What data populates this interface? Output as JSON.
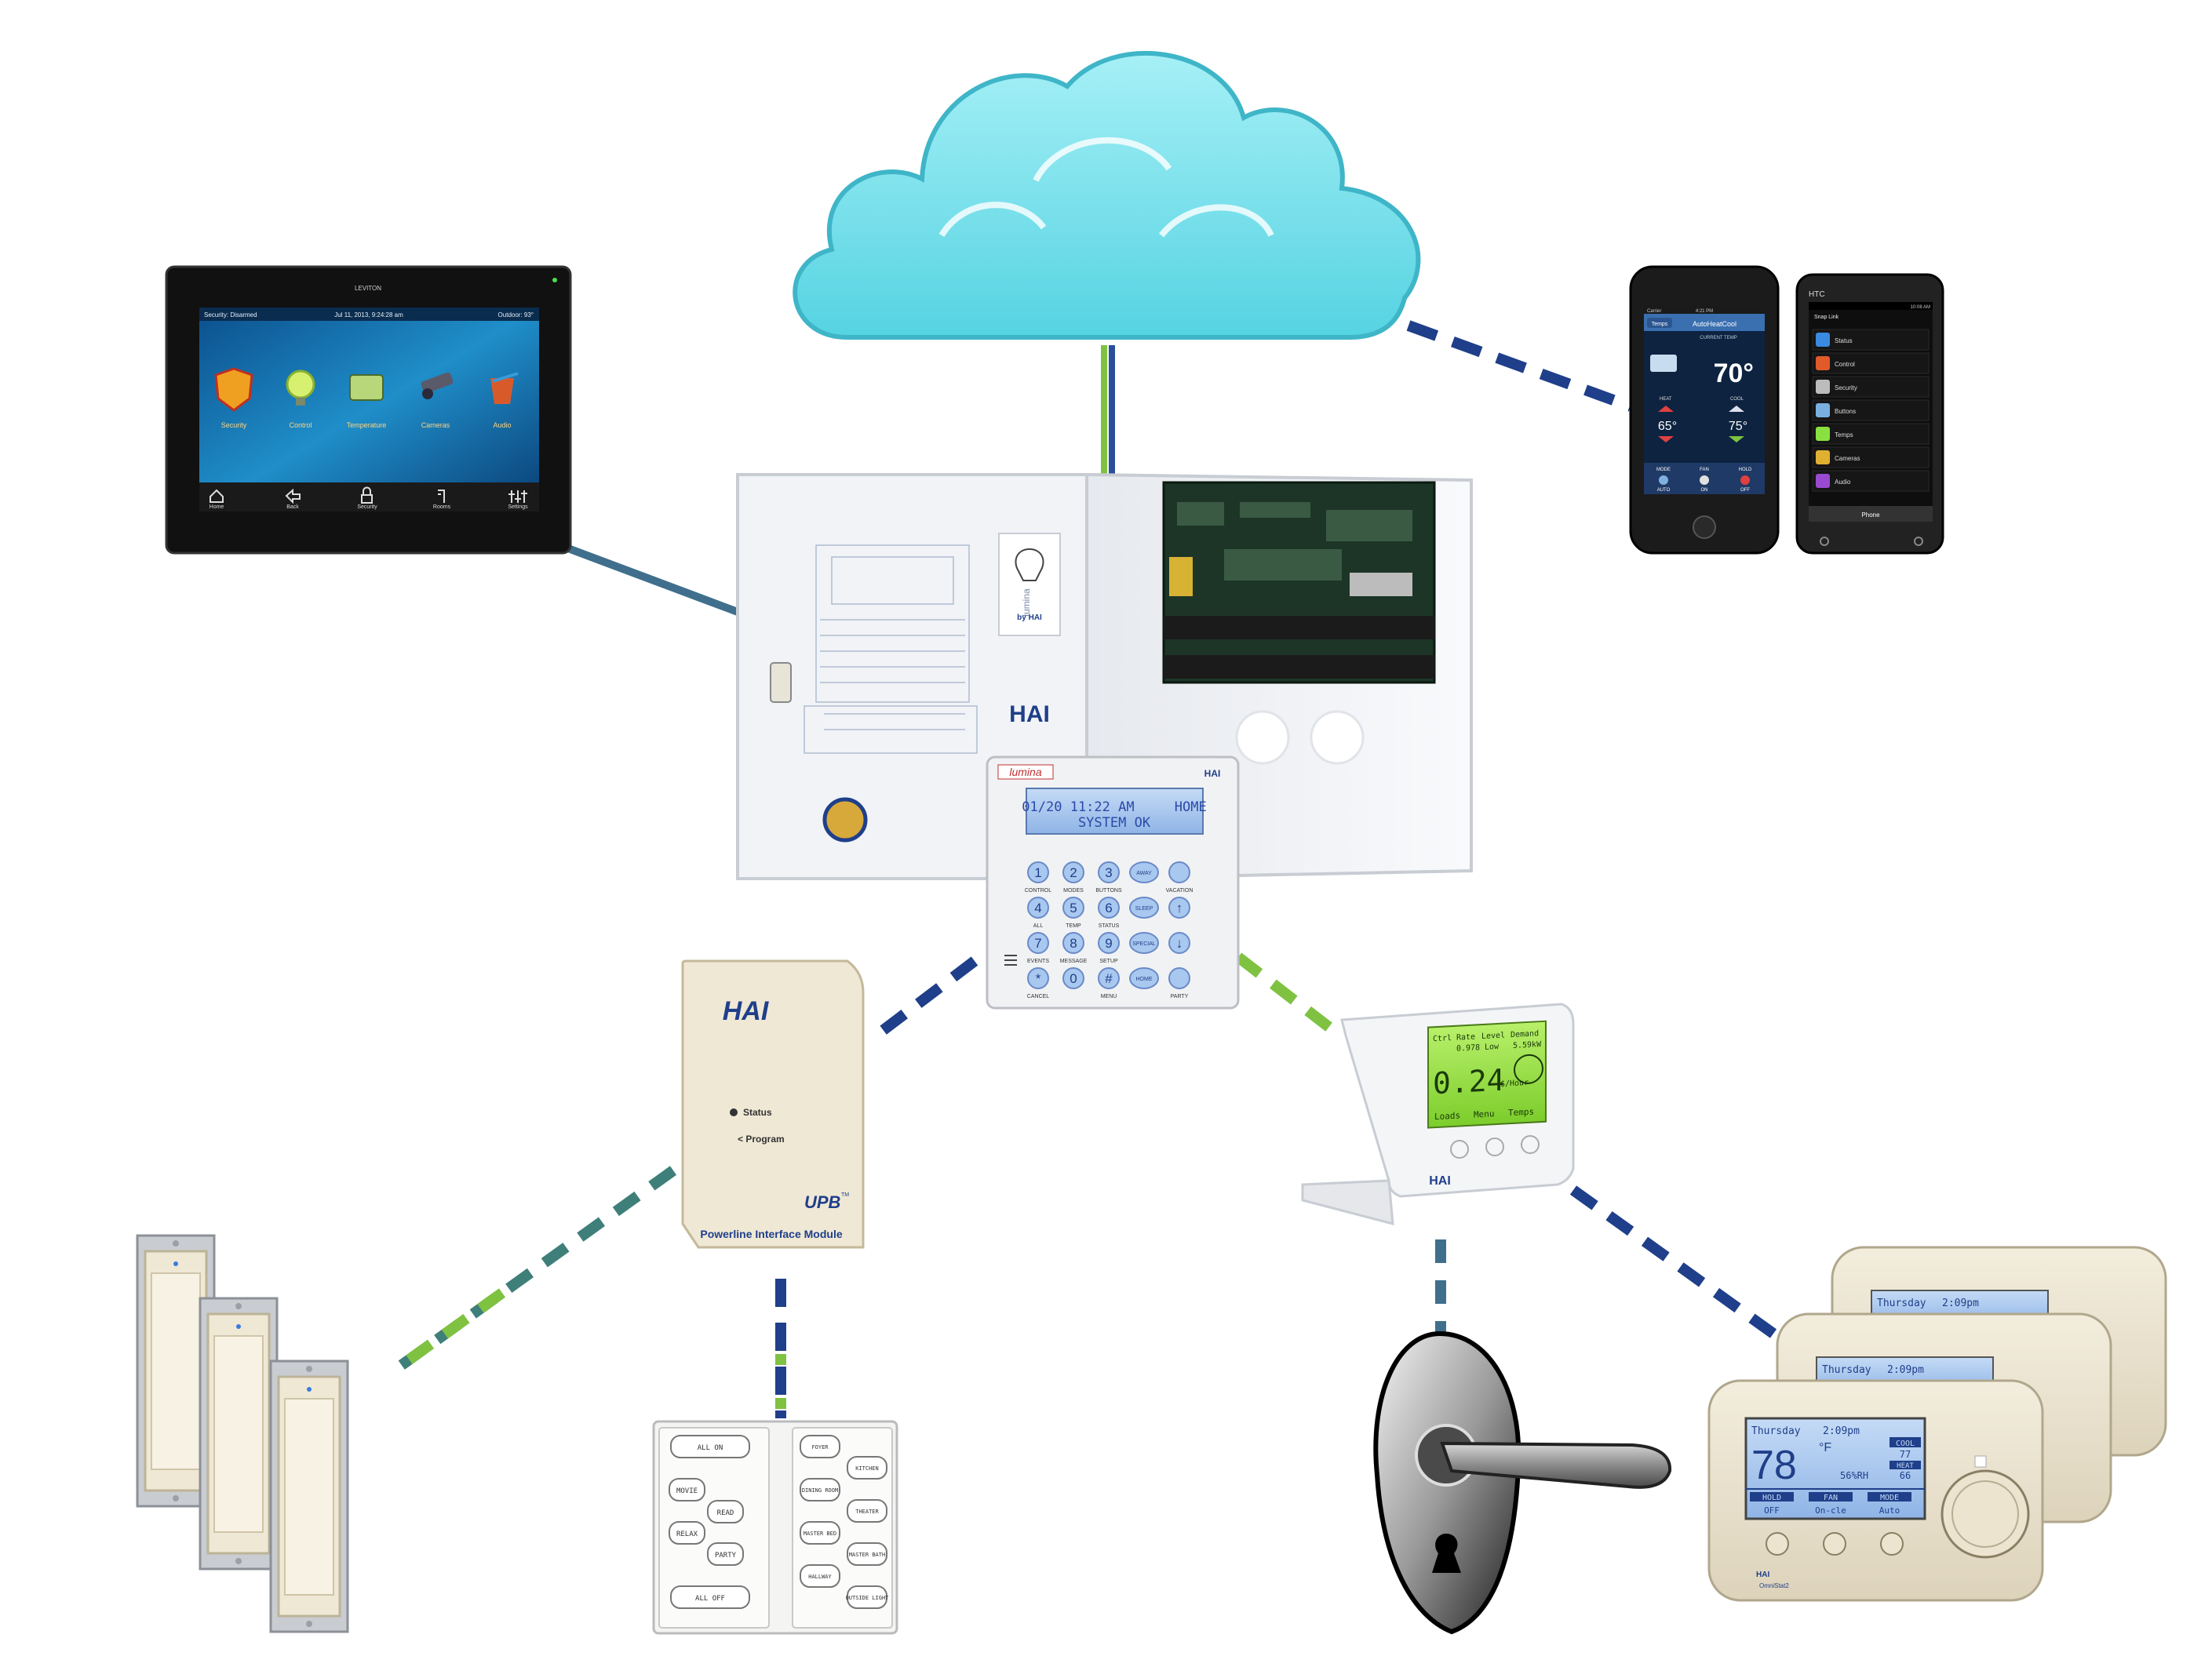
{
  "colors": {
    "cloud": "#7fe3ee",
    "cloud_edge": "#3fb5c8",
    "dash_navy": "#1f3f8a",
    "dash_green": "#7fc241",
    "dash_teal": "#3f7f7a",
    "lcd_blue": "#a9c8ef",
    "lcd_green": "#9be043",
    "panel_white": "#f1f3f6"
  },
  "touchscreen": {
    "brand": "LEVITON",
    "status_left": "Security: Disarmed",
    "status_center": "Jul 11, 2013, 9:24:28 am",
    "status_right": "Outdoor: 93°",
    "apps": [
      "Security",
      "Control",
      "Temperature",
      "Cameras",
      "Audio"
    ],
    "nav": [
      "Home",
      "Back",
      "Security",
      "Rooms",
      "Settings"
    ]
  },
  "iphone": {
    "carrier": "Carrier",
    "time": "4:21 PM",
    "back": "Temps",
    "title": "AutoHeatCool",
    "subtitle": "CURRENT TEMP",
    "current_temp": "70°",
    "heat_label": "HEAT",
    "cool_label": "COOL",
    "heat_setpoint": "65°",
    "cool_setpoint": "75°",
    "modes": [
      {
        "label": "MODE",
        "value": "AUTO"
      },
      {
        "label": "FAN",
        "value": "ON"
      },
      {
        "label": "HOLD",
        "value": "OFF"
      }
    ]
  },
  "htc": {
    "brand": "HTC",
    "time": "10:08 AM",
    "header": "Snap Link",
    "menu": [
      "Status",
      "Control",
      "Security",
      "Buttons",
      "Temps",
      "Cameras",
      "Audio"
    ],
    "bottom_label": "Phone"
  },
  "panel": {
    "door_brand": "lumina",
    "door_by": "by HAI",
    "door_logo": "HAI"
  },
  "keypad": {
    "brand": "lumina",
    "logo": "HAI",
    "lcd_line1": "01/20 11:22 AM     HOME",
    "lcd_line2": "SYSTEM OK",
    "keys": [
      {
        "sym": "1",
        "label": "CONTROL"
      },
      {
        "sym": "2",
        "label": "MODES"
      },
      {
        "sym": "3",
        "label": "BUTTONS"
      },
      {
        "sym": "AWAY",
        "label": ""
      },
      {
        "sym": "",
        "label": "VACATION"
      },
      {
        "sym": "4",
        "label": "ALL"
      },
      {
        "sym": "5",
        "label": "TEMP"
      },
      {
        "sym": "6",
        "label": "STATUS"
      },
      {
        "sym": "SLEEP",
        "label": ""
      },
      {
        "sym": "↑",
        "label": ""
      },
      {
        "sym": "7",
        "label": "EVENTS"
      },
      {
        "sym": "8",
        "label": "MESSAGE"
      },
      {
        "sym": "9",
        "label": "SETUP"
      },
      {
        "sym": "SPECIAL",
        "label": ""
      },
      {
        "sym": "↓",
        "label": ""
      },
      {
        "sym": "*",
        "label": "CANCEL"
      },
      {
        "sym": "0",
        "label": ""
      },
      {
        "sym": "#",
        "label": "MENU"
      },
      {
        "sym": "HOME",
        "label": ""
      },
      {
        "sym": "",
        "label": "PARTY"
      }
    ]
  },
  "pim": {
    "logo": "HAI",
    "status": "Status",
    "program": "< Program",
    "upb": "UPB",
    "tm": "TM",
    "name": "Powerline Interface Module"
  },
  "energy": {
    "tabs": [
      "Ctrl",
      "Rate",
      "Level",
      "Demand"
    ],
    "rate_value": "0.978",
    "level_value": "Low",
    "demand_value": "5.59kW",
    "reading": "0.24",
    "unit": "$/Hour",
    "footer": [
      "Loads",
      "Menu",
      "Temps"
    ],
    "logo": "HAI"
  },
  "scene_keypad": {
    "left": [
      "ALL ON",
      "MOVIE",
      "READ",
      "RELAX",
      "PARTY",
      "ALL OFF"
    ],
    "right": [
      "FOYER",
      "KITCHEN",
      "DINING ROOM",
      "THEATER",
      "MASTER BED",
      "MASTER BATH",
      "HALLWAY",
      "OUTSIDE LIGHT"
    ]
  },
  "thermostats": {
    "back_day": "Thursday",
    "back_time": "2:09pm",
    "front_day": "Thursday",
    "front_time": "2:09pm",
    "front_mode": "COOL",
    "cool_set": "77",
    "heat_label": "HEAT",
    "heat_set": "66",
    "temp": "78",
    "unit": "°F",
    "humidity": "56%RH",
    "footer_labels": [
      "HOLD",
      "FAN",
      "MODE"
    ],
    "footer_values": [
      "OFF",
      "On-cle",
      "Auto"
    ],
    "brand": "HAI",
    "model": "OmniStat2"
  }
}
